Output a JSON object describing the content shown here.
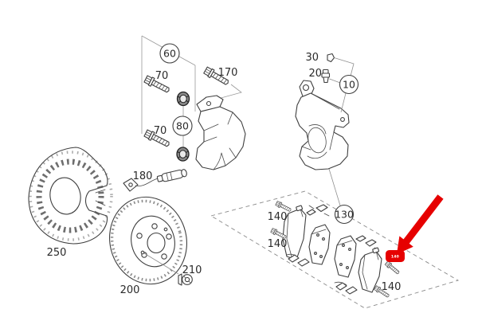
{
  "colors": {
    "highlight_red": "#e60000",
    "line": "#3f3f3f",
    "muted_line": "#9a9a9a",
    "text": "#2a2a2a",
    "background": "#ffffff"
  },
  "icons": {
    "highlight_arrow": "red-arrow-pointer"
  },
  "labels": {
    "l60": "60",
    "l70a": "70",
    "l170": "170",
    "l80": "80",
    "l70b": "70",
    "l30": "30",
    "l20": "20",
    "l10": "10",
    "l180": "180",
    "l250": "250",
    "l200": "200",
    "l210": "210",
    "l140a": "140",
    "l140b": "140",
    "l130": "130",
    "l140c": "140",
    "highlight": "140"
  }
}
